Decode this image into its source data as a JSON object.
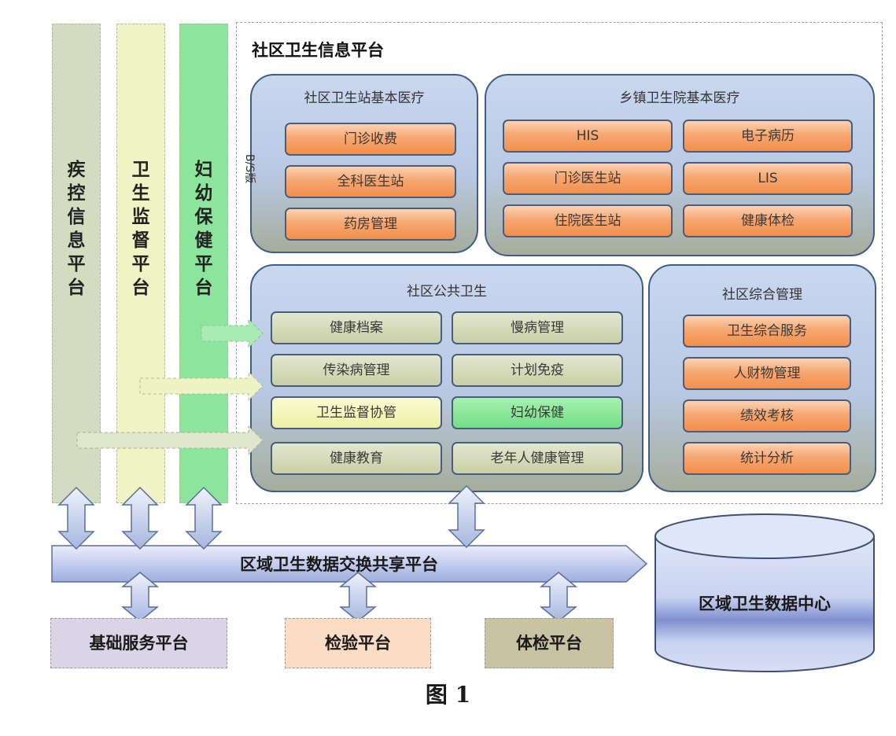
{
  "side_platforms": [
    {
      "label": "疾控信息平台",
      "color": "#d4dcc0"
    },
    {
      "label": "卫生监督平台",
      "color": "#f0f4c4"
    },
    {
      "label": "妇幼保健平台",
      "color": "#8de49c"
    }
  ],
  "community_platform": {
    "title": "社区卫生信息平台",
    "bs_label": "B/S版",
    "station_medical": {
      "title": "社区卫生站基本医疗",
      "items": [
        "门诊收费",
        "全科医生站",
        "药房管理"
      ]
    },
    "township_medical": {
      "title": "乡镇卫生院基本医疗",
      "items": [
        "HIS",
        "电子病历",
        "门诊医生站",
        "LIS",
        "住院医生站",
        "健康体检"
      ]
    },
    "public_health": {
      "title": "社区公共卫生",
      "items": [
        "健康档案",
        "慢病管理",
        "传染病管理",
        "计划免疫",
        "卫生监督协管",
        "妇幼保健",
        "健康教育",
        "老年人健康管理"
      ]
    },
    "integrated_management": {
      "title": "社区综合管理",
      "items": [
        "卫生综合服务",
        "人财物管理",
        "绩效考核",
        "统计分析"
      ]
    }
  },
  "exchange_platform": "区域卫生数据交换共享平台",
  "data_center": "区域卫生数据中心",
  "bottom_platforms": [
    {
      "label": "基础服务平台",
      "color": "#d9d4e6"
    },
    {
      "label": "检验平台",
      "color": "#fbdcc5"
    },
    {
      "label": "体检平台",
      "color": "#c9c3a3"
    }
  ],
  "caption": "图 1"
}
